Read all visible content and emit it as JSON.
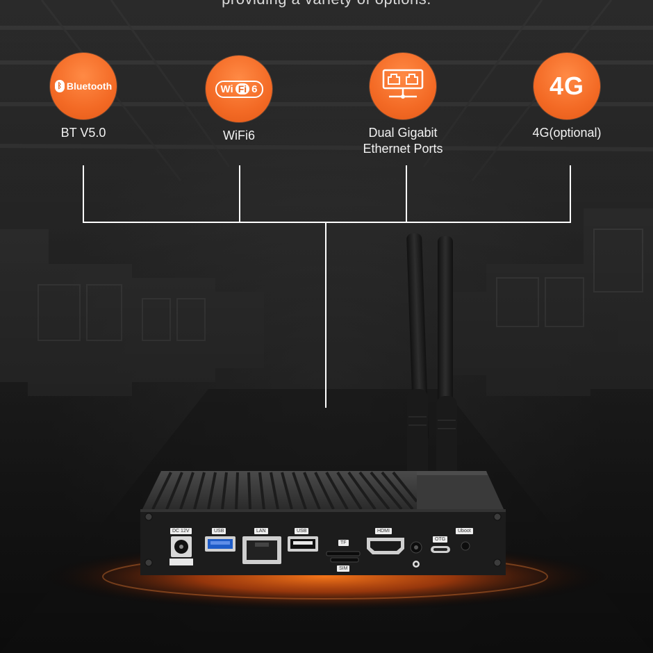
{
  "headline": "providing a variety of options.",
  "features": [
    {
      "id": "bluetooth",
      "icon": "bluetooth-logo-icon",
      "logo_text": "Bluetooth",
      "label": "BT V5.0"
    },
    {
      "id": "wifi6",
      "icon": "wifi6-logo-icon",
      "logo_text": "Wi Fi 6",
      "label": "WiFi6"
    },
    {
      "id": "ethernet",
      "icon": "ethernet-ports-icon",
      "label_line1": "Dual Gigabit",
      "label_line2": "Ethernet Ports"
    },
    {
      "id": "4g",
      "icon": "4g-icon",
      "logo_text": "4G",
      "label": "4G(optional)"
    }
  ],
  "ports": {
    "dc": "DC 12V",
    "usb1": "USB",
    "lan": "LAN",
    "usb2": "USB",
    "tf": "TF",
    "sim": "SIM",
    "hdmi": "HDMI",
    "otg": "OTG",
    "uboot": "Uboot"
  },
  "colors": {
    "accent": "#f26522",
    "background": "#252525",
    "line": "#ffffff"
  }
}
